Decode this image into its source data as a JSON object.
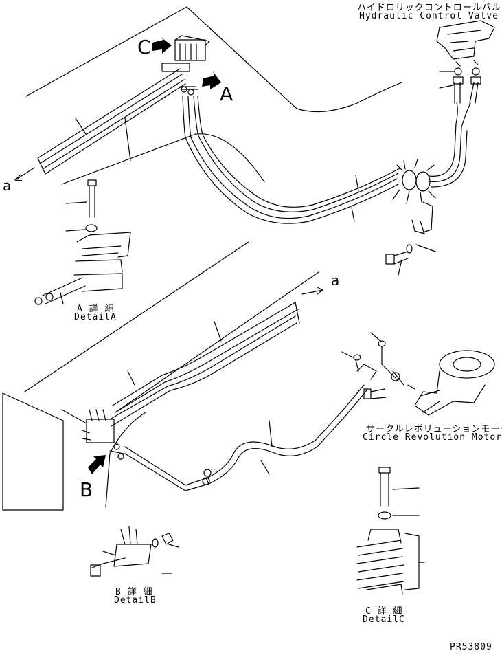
{
  "labels": {
    "hcv_jp": "ハイドロリックコントロールバルブ",
    "hcv_en": "Hydraulic Control Valve",
    "crm_jp": "サークルレボリューションモータ",
    "crm_en": "Circle Revolution Motor",
    "view_a": "A",
    "view_b": "B",
    "view_c": "C",
    "cut_a_top": "a",
    "cut_a_bottom": "a",
    "detail_a_jp": "A 詳 細",
    "detail_a_en": "DetailA",
    "detail_b_jp": "B 詳 細",
    "detail_b_en": "DetailB",
    "detail_c_jp": "C 詳 細",
    "detail_c_en": "DetailC",
    "part_no": "PR53809"
  }
}
